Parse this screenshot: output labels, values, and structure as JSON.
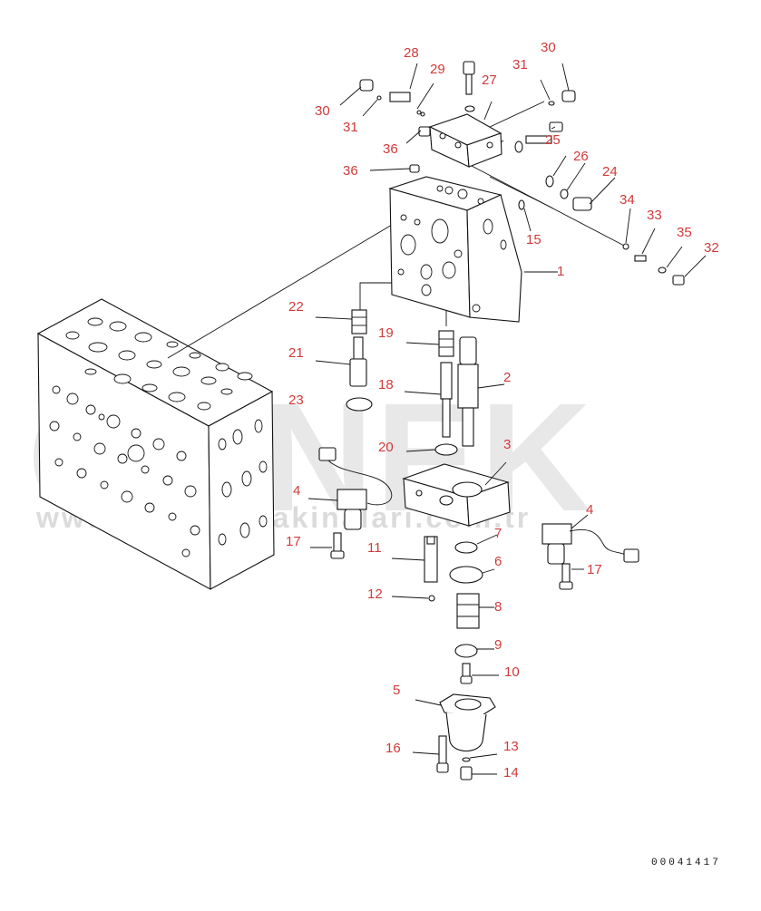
{
  "watermark": {
    "logo": "ÖRNEK",
    "url": "www.ornekismakinalari.com.tr"
  },
  "drawing_code": "00041417",
  "callouts": [
    {
      "id": "c1",
      "label": "1"
    },
    {
      "id": "c2",
      "label": "2"
    },
    {
      "id": "c3",
      "label": "3"
    },
    {
      "id": "c4a",
      "label": "4"
    },
    {
      "id": "c4b",
      "label": "4"
    },
    {
      "id": "c5",
      "label": "5"
    },
    {
      "id": "c6",
      "label": "6"
    },
    {
      "id": "c7",
      "label": "7"
    },
    {
      "id": "c8",
      "label": "8"
    },
    {
      "id": "c9",
      "label": "9"
    },
    {
      "id": "c10",
      "label": "10"
    },
    {
      "id": "c11",
      "label": "11"
    },
    {
      "id": "c12",
      "label": "12"
    },
    {
      "id": "c13",
      "label": "13"
    },
    {
      "id": "c14",
      "label": "14"
    },
    {
      "id": "c15",
      "label": "15"
    },
    {
      "id": "c16",
      "label": "16"
    },
    {
      "id": "c17a",
      "label": "17"
    },
    {
      "id": "c17b",
      "label": "17"
    },
    {
      "id": "c18",
      "label": "18"
    },
    {
      "id": "c19",
      "label": "19"
    },
    {
      "id": "c20",
      "label": "20"
    },
    {
      "id": "c21",
      "label": "21"
    },
    {
      "id": "c22",
      "label": "22"
    },
    {
      "id": "c23",
      "label": "23"
    },
    {
      "id": "c24",
      "label": "24"
    },
    {
      "id": "c25",
      "label": "25"
    },
    {
      "id": "c26",
      "label": "26"
    },
    {
      "id": "c27",
      "label": "27"
    },
    {
      "id": "c28",
      "label": "28"
    },
    {
      "id": "c29",
      "label": "29"
    },
    {
      "id": "c30a",
      "label": "30"
    },
    {
      "id": "c30b",
      "label": "30"
    },
    {
      "id": "c31a",
      "label": "31"
    },
    {
      "id": "c31b",
      "label": "31"
    },
    {
      "id": "c32",
      "label": "32"
    },
    {
      "id": "c33",
      "label": "33"
    },
    {
      "id": "c34",
      "label": "34"
    },
    {
      "id": "c35",
      "label": "35"
    },
    {
      "id": "c36a",
      "label": "36"
    },
    {
      "id": "c36b",
      "label": "36"
    }
  ]
}
